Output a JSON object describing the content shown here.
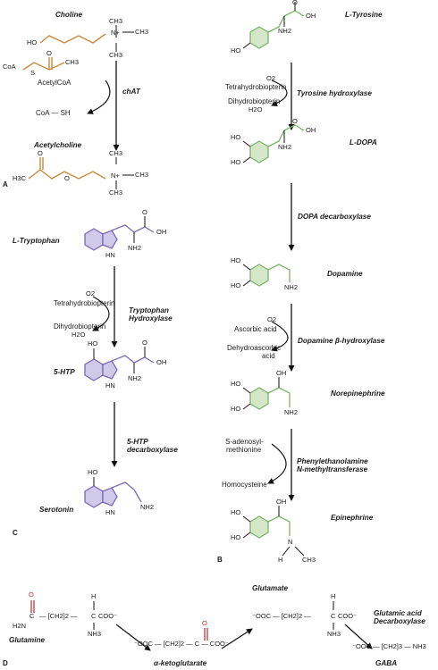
{
  "panels": {
    "a": "A",
    "b": "B",
    "c": "C",
    "d": "D"
  },
  "panel_a": {
    "choline": "Choline",
    "ch3": "CH3",
    "n_plus": "N+",
    "ho": "HO",
    "coa": "CoA",
    "s": "S",
    "o": "O",
    "acetylcoa": "AcetylCoA",
    "coa_sh": "CoA — SH",
    "enzyme": "chAT",
    "acetylcholine": "Acetylcholine",
    "h3c": "H3C"
  },
  "panel_b": {
    "tyrosine": "L-Tyrosine",
    "ho": "HO",
    "oh": "OH",
    "o": "O",
    "nh2": "NH2",
    "o2": "O2",
    "tetrahydrobiopterin": "Tetrahydrobiopterin",
    "dihydrobiopterin": "Dihydrobiopterin",
    "h2o": "H2O",
    "tyrosine_hydroxylase": "Tyrosine hydroxylase",
    "ldopa": "L-DOPA",
    "dopa_decarboxylase": "DOPA decarboxylase",
    "dopamine": "Dopamine",
    "ascorbic_acid": "Ascorbic acid",
    "dehydroascorbic_1": "Dehydroascorbic",
    "dehydroascorbic_2": "acid",
    "dbh": "Dopamine β-hydroxylase",
    "norepinephrine": "Norepinephrine",
    "sam_1": "S-adenosyl-",
    "sam_2": "methionine",
    "pnmt_1": "Phenylethanolamine",
    "pnmt_2": "N-methyltransferase",
    "homocysteine": "Homocysteine",
    "epinephrine": "Epinephrine",
    "n": "N",
    "h": "H",
    "ch3": "CH3"
  },
  "panel_c": {
    "tryptophan": "L-Tryptophan",
    "hn": "HN",
    "o": "O",
    "oh": "OH",
    "nh2": "NH2",
    "o2": "O2",
    "tetrahydrobiopterin": "Tetrahydrobiopterin",
    "dihydrobiopterin": "Dihydrobiopterin",
    "h2o": "H2O",
    "trp_hydroxylase_1": "Tryptophan",
    "trp_hydroxylase_2": "Hydroxylase",
    "htp": "5-HTP",
    "ho": "HO",
    "htp_decarb_1": "5-HTP",
    "htp_decarb_2": "decarboxylase",
    "serotonin": "Serotonin"
  },
  "panel_d": {
    "o": "O",
    "h": "H",
    "c": "C",
    "h2n": "H2N",
    "nh3": "NH3",
    "chain1": "— [CH2]2 —",
    "coo": "COO⁻",
    "glutamine": "Glutamine",
    "akg_formula": "⁻OOC — [CH2]2 — C — COO⁻",
    "akg": "α-ketoglutarate",
    "glutamate": "Glutamate",
    "glu_formula_left": "⁻OOC — [CH2]2 —",
    "gad_1": "Glutamic acid",
    "gad_2": "Decarboxylase",
    "gaba_formula": "⁻OOC — [CH2]3 — NH3",
    "gaba": "GABA"
  },
  "colors": {
    "tan": "#c98a3c",
    "green": "#7bb36a",
    "violet": "#7a6ab3",
    "ring_fill_green": "#d4e8c8",
    "ring_fill_violet": "#cfcaea",
    "red": "#c0262c"
  }
}
